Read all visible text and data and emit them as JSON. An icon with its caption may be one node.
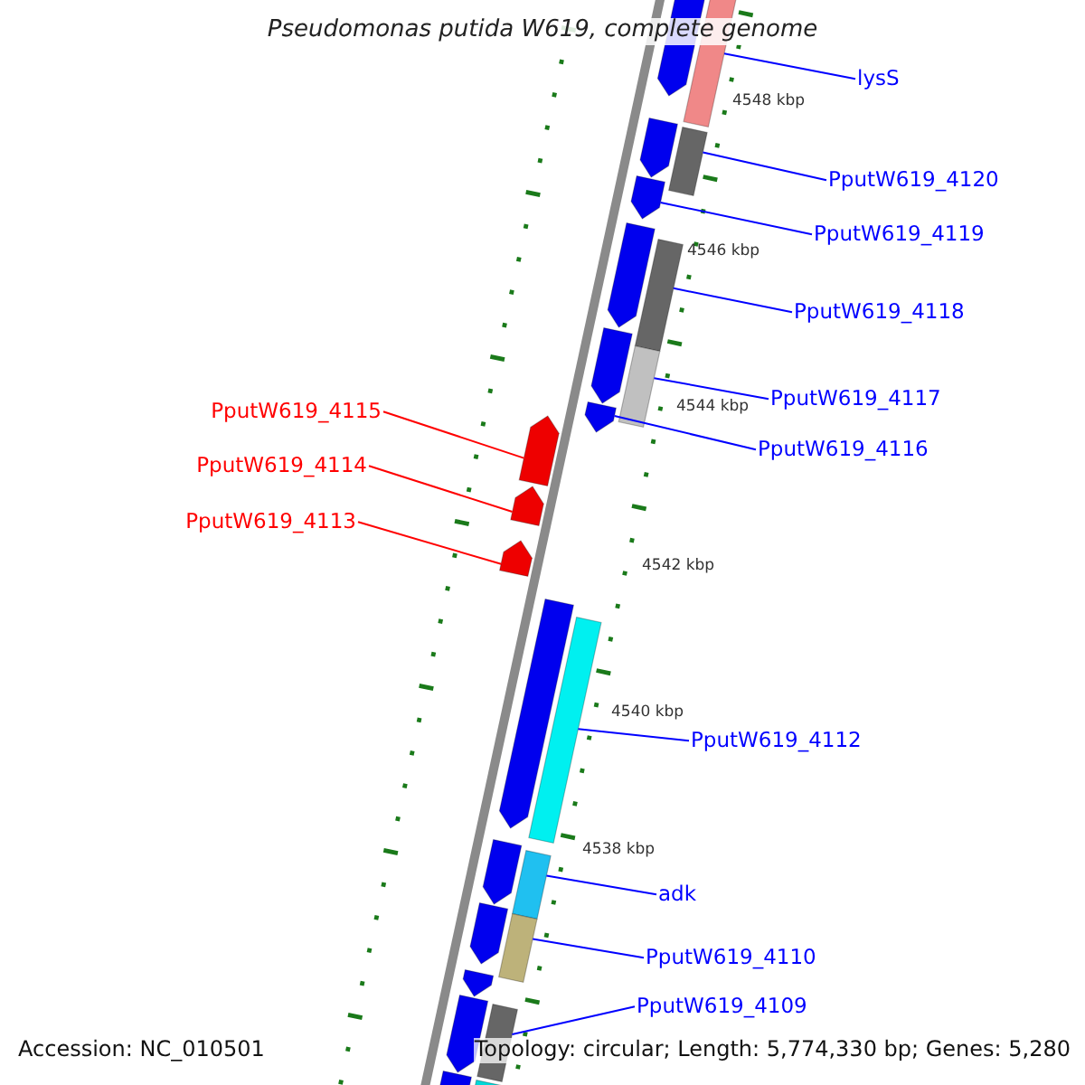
{
  "diagram": {
    "title": "Pseudomonas putida W619, complete genome",
    "nodes": [
      {
        "text": [
          "lysS"
        ]
      },
      {
        "text": [
          "PputW619_4120"
        ]
      },
      {
        "text": [
          "PputW619_4119"
        ]
      },
      {
        "text": [
          "PputW619_4118"
        ]
      },
      {
        "text": [
          "PputW619_4117"
        ]
      },
      {
        "text": [
          "PputW619_4116"
        ]
      },
      {
        "text": [
          "PputW619_4115"
        ]
      },
      {
        "text": [
          "PputW619_4114"
        ]
      },
      {
        "text": [
          "PputW619_4113"
        ]
      },
      {
        "text": [
          "PputW619_4112"
        ]
      },
      {
        "text": [
          "adk"
        ]
      },
      {
        "text": [
          "PputW619_4110"
        ]
      },
      {
        "text": [
          "PputW619_4109"
        ]
      },
      {
        "text": [],
        "shape": "arrow"
      },
      {
        "text": [],
        "shape": "box"
      },
      {
        "text": [],
        "shape": "arrow"
      },
      {
        "text": [],
        "shape": "box"
      },
      {
        "text": [],
        "shape": "arrow"
      },
      {
        "text": [],
        "shape": "arrow"
      },
      {
        "text": [],
        "shape": "box"
      },
      {
        "text": [],
        "shape": "arrow"
      },
      {
        "text": [],
        "shape": "box"
      },
      {
        "text": [],
        "shape": "arrow"
      },
      {
        "text": [],
        "shape": "arrow"
      },
      {
        "text": [],
        "shape": "arrow"
      },
      {
        "text": [],
        "shape": "arrow"
      },
      {
        "text": [],
        "shape": "arrow"
      },
      {
        "text": [],
        "shape": "box"
      },
      {
        "text": [],
        "shape": "arrow"
      },
      {
        "text": [],
        "shape": "box"
      },
      {
        "text": [],
        "shape": "arrow"
      },
      {
        "text": [],
        "shape": "box"
      },
      {
        "text": [],
        "shape": "arrow"
      },
      {
        "text": [],
        "shape": "arrow"
      },
      {
        "text": [],
        "shape": "box"
      },
      {
        "text": [],
        "shape": "arrow"
      },
      {
        "text": [],
        "shape": "box"
      }
    ],
    "edges": [
      {
        "from": 0,
        "to": 14,
        "arrow": "none"
      },
      {
        "from": 1,
        "to": 16,
        "arrow": "none"
      },
      {
        "from": 2,
        "to": 17,
        "arrow": "none"
      },
      {
        "from": 3,
        "to": 19,
        "arrow": "none"
      },
      {
        "from": 4,
        "to": 21,
        "arrow": "none"
      },
      {
        "from": 5,
        "to": 22,
        "arrow": "none"
      },
      {
        "from": 6,
        "to": 23,
        "arrow": "none",
        "color": "#ff0000"
      },
      {
        "from": 7,
        "to": 24,
        "arrow": "none",
        "color": "#ff0000"
      },
      {
        "from": 8,
        "to": 25,
        "arrow": "none",
        "color": "#ff0000"
      },
      {
        "from": 9,
        "to": 27,
        "arrow": "none"
      },
      {
        "from": 10,
        "to": 29,
        "arrow": "none"
      },
      {
        "from": 11,
        "to": 31,
        "arrow": "none"
      },
      {
        "from": 12,
        "to": 34,
        "arrow": "none"
      }
    ],
    "labels": [
      "4548 kbp",
      "4546 kbp",
      "4544 kbp",
      "4542 kbp",
      "4540 kbp",
      "4538 kbp",
      "Accession: NC_010501",
      "Topology: circular; Length: 5,774,330 bp; Genes: 5,280"
    ]
  }
}
